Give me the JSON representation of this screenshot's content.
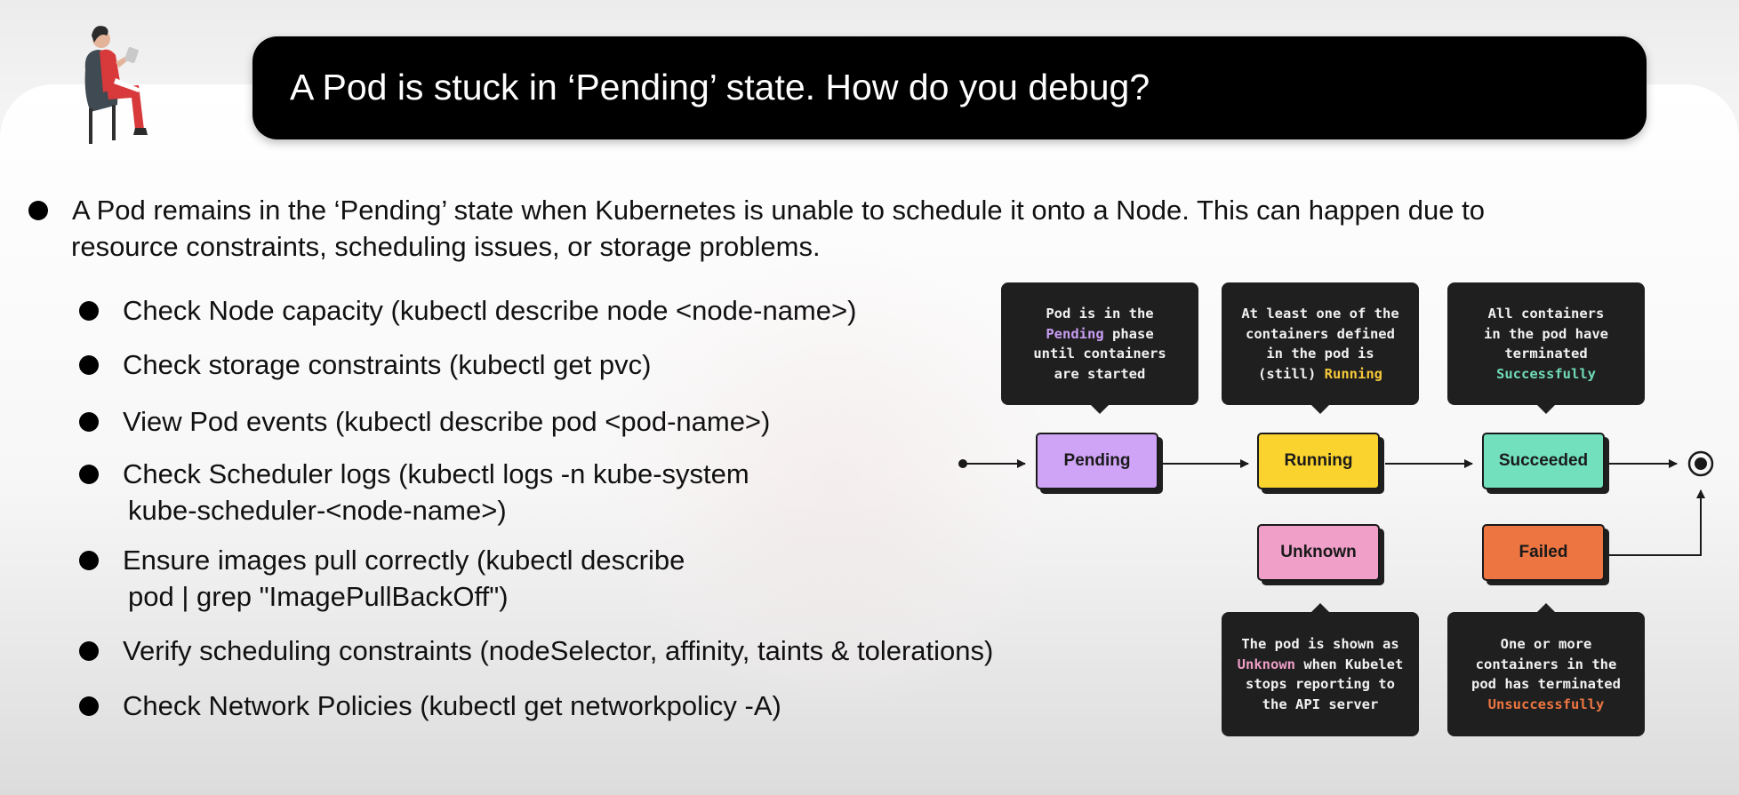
{
  "title": "A Pod is stuck in ‘Pending’ state. How do you debug?",
  "intro": {
    "line1": "A Pod remains in the ‘Pending’ state when Kubernetes is unable to schedule it onto a Node. This can happen due to",
    "line2": "resource constraints, scheduling issues, or storage problems."
  },
  "steps": [
    {
      "line1": "Check Node capacity (kubectl describe node <node-name>)"
    },
    {
      "line1": "Check storage constraints (kubectl get pvc)"
    },
    {
      "line1": "View Pod events (kubectl describe pod <pod-name>)"
    },
    {
      "line1": "Check Scheduler logs (kubectl logs -n kube-system",
      "line2": "kube-scheduler-<node-name>)"
    },
    {
      "line1": "Ensure images pull correctly (kubectl describe",
      "line2": "pod | grep \"ImagePullBackOff\")"
    },
    {
      "line1": "Verify scheduling constraints (nodeSelector, affinity, taints & tolerations)"
    },
    {
      "line1": "Check Network Policies (kubectl get networkpolicy -A)"
    }
  ],
  "diagram": {
    "states": {
      "pending": {
        "label": "Pending",
        "color": "#cfa3f5"
      },
      "running": {
        "label": "Running",
        "color": "#fad32e"
      },
      "succeeded": {
        "label": "Succeeded",
        "color": "#72dfbd"
      },
      "unknown": {
        "label": "Unknown",
        "color": "#ef9fc8"
      },
      "failed": {
        "label": "Failed",
        "color": "#ec7541"
      }
    },
    "tips": {
      "pending": {
        "l1": "Pod is in the",
        "l2_hl": "Pending",
        "l2_rest": " phase",
        "l3": "until containers",
        "l4": "are started",
        "hl_color": "#c89cf2"
      },
      "running": {
        "l1": "At least one of the",
        "l2": "containers defined",
        "l3": "in the pod is",
        "l4_pre": "(still) ",
        "l4_hl": "Running",
        "hl_color": "#f5c83a"
      },
      "succeeded": {
        "l1": "All containers",
        "l2": "in the pod have",
        "l3": "terminated",
        "l4_hl": "Successfully",
        "hl_color": "#6fd9b7"
      },
      "unknown": {
        "l1": "The pod is shown as",
        "l2_hl": "Unknown",
        "l2_rest": " when Kubelet",
        "l3": "stops reporting to",
        "l4": "the API server",
        "hl_color": "#ee9ec6"
      },
      "failed": {
        "l1": "One or more",
        "l2": "containers in the",
        "l3": "pod has terminated",
        "l4_hl": "Unsuccessfully",
        "hl_color": "#ec7541"
      }
    }
  }
}
